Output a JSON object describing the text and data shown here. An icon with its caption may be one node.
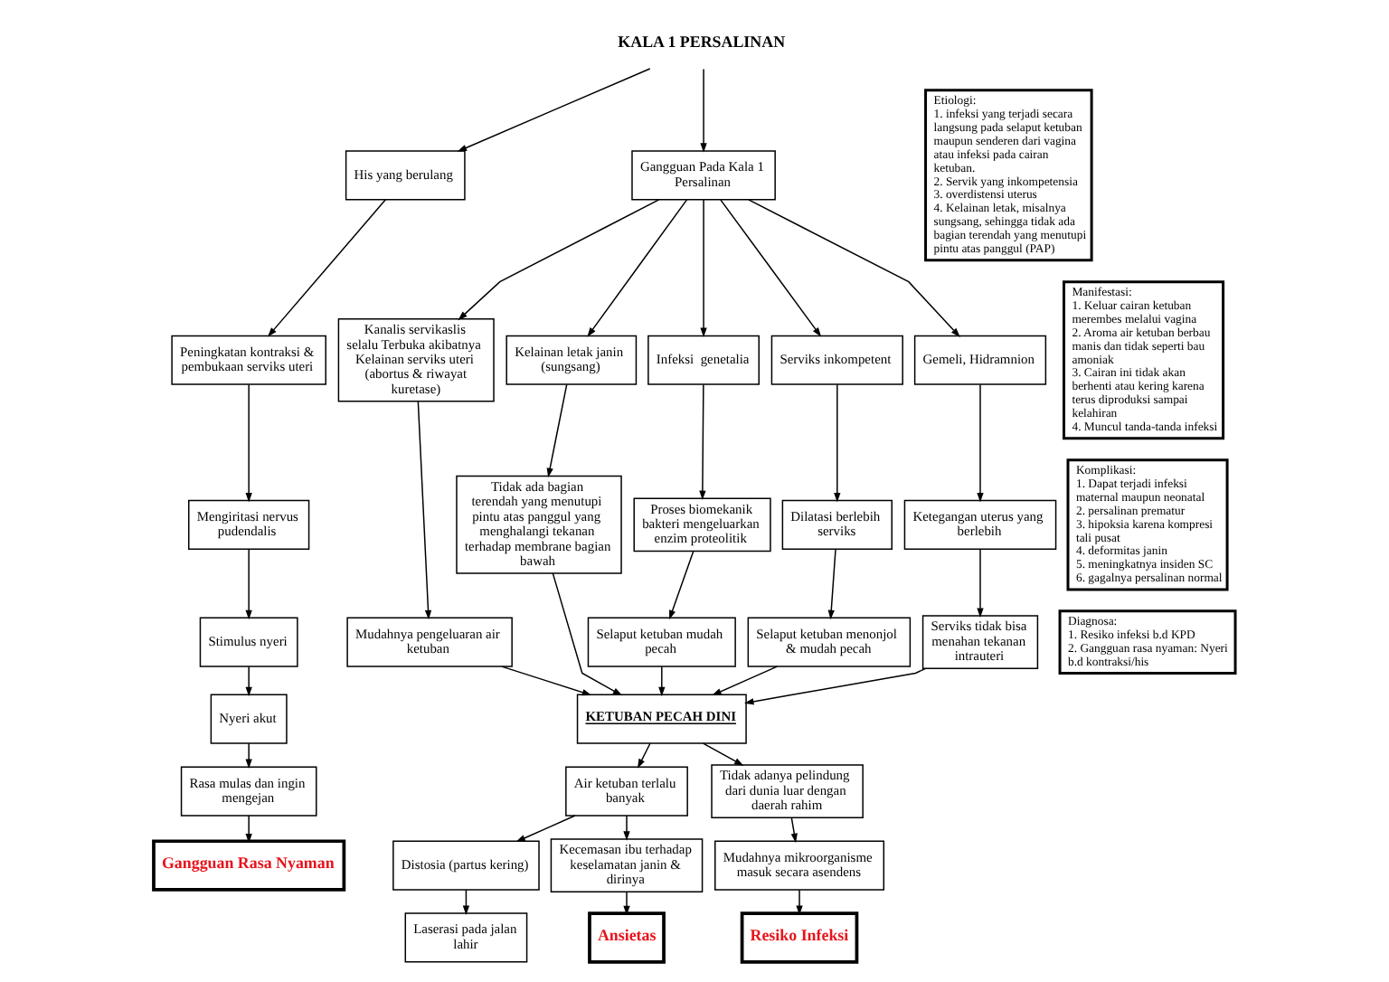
{
  "diagram": {
    "nodes": [
      {
        "text": [
          "KALA 1 PERSALINAN"
        ]
      },
      {
        "text": [
          "His yang berulang"
        ]
      },
      {
        "text": [
          "Peningkatan kontraksi & pembukaan serviks uteri"
        ]
      },
      {
        "text": [
          "Mengiritasi nervus pudendalis"
        ]
      },
      {
        "text": [
          "Stimulus nyeri"
        ]
      },
      {
        "text": [
          "Nyeri akut"
        ]
      },
      {
        "text": [
          "Rasa mulas dan ingin mengejan"
        ]
      },
      {
        "text": [
          "Gangguan Rasa Nyaman"
        ]
      },
      {
        "text": [
          "Gangguan Pada Kala 1 Persalinan"
        ]
      },
      {
        "text": [
          "Kanalis servikaslis selalu Terbuka akibatnya Kelainan serviks uteri (abortus & riwayat kuretase)"
        ]
      },
      {
        "text": [
          "Mudahnya pengeluaran air ketuban"
        ]
      },
      {
        "text": [
          "Kelainan letak janin (sungsang)"
        ]
      },
      {
        "text": [
          "Tidak ada bagian terendah yang menutupi pintu atas panggul yang menghalangi tekanan terhadap membrane bagian bawah"
        ]
      },
      {
        "text": [
          "Infeksi  genetalia"
        ]
      },
      {
        "text": [
          "Proses biomekanik bakteri mengeluarkan enzim proteolitik"
        ]
      },
      {
        "text": [
          "Selaput ketuban mudah pecah"
        ]
      },
      {
        "text": [
          "Serviks inkompetent"
        ]
      },
      {
        "text": [
          "Dilatasi berlebih serviks"
        ]
      },
      {
        "text": [
          "Selaput ketuban menonjol & mudah pecah"
        ]
      },
      {
        "text": [
          "Gemeli, Hidramnion"
        ]
      },
      {
        "text": [
          "Ketegangan uterus yang berlebih"
        ]
      },
      {
        "text": [
          "Serviks tidak bisa menahan tekanan intrauteri"
        ]
      },
      {
        "text": [
          "KETUBAN PECAH DINI"
        ]
      },
      {
        "text": [
          "Air ketuban terlalu banyak"
        ]
      },
      {
        "text": [
          "Distosia (partus kering)"
        ]
      },
      {
        "text": [
          "Laserasi pada jalan lahir"
        ]
      },
      {
        "text": [
          "Kecemasan ibu terhadap  keselamatan janin & dirinya"
        ]
      },
      {
        "text": [
          "Ansietas"
        ]
      },
      {
        "text": [
          "Tidak adanya pelindung dari dunia luar dengan daerah rahim"
        ]
      },
      {
        "text": [
          "Mudahnya mikroorganisme masuk secara asendens"
        ]
      },
      {
        "text": [
          "Resiko Infeksi"
        ]
      },
      {
        "text": [
          "Etiologi:",
          "1. infeksi yang terjadi secara langsung pada selaput ketuban maupun senderen dari vagina atau infeksi pada cairan ketuban.",
          "2. Servik yang inkompetensia",
          "3. overdistensi uterus",
          "4. Kelainan letak, misalnya sungsang, sehingga tidak ada bagian terendah yang menutupi pintu atas panggul (PAP)"
        ]
      },
      {
        "text": [
          "Manifestasi:",
          "1. Keluar cairan ketuban merembes melalui vagina",
          "2. Aroma air ketuban berbau manis dan tidak seperti bau amoniak",
          "3. Cairan ini tidak akan berhenti atau kering karena terus diproduksi sampai kelahiran",
          "4. Muncul tanda-tanda infeksi"
        ]
      },
      {
        "text": [
          "Komplikasi:",
          "1. Dapat terjadi infeksi maternal maupun neonatal",
          "2. persalinan prematur",
          "3. hipoksia karena kompresi tali pusat",
          "4. deformitas janin",
          "5. meningkatnya insiden SC",
          "6. gagalnya persalinan normal"
        ]
      },
      {
        "text": [
          "Diagnosa:",
          "1. Resiko infeksi b.d KPD",
          "2. Gangguan rasa nyaman: Nyeri b.d kontraksi/his"
        ]
      }
    ],
    "edges": [
      {
        "from": 0,
        "to": 1,
        "arrow": "to"
      },
      {
        "from": 0,
        "to": 8,
        "arrow": "to"
      },
      {
        "from": 1,
        "to": 2,
        "arrow": "to"
      },
      {
        "from": 2,
        "to": 3,
        "arrow": "to"
      },
      {
        "from": 3,
        "to": 4,
        "arrow": "to"
      },
      {
        "from": 4,
        "to": 5,
        "arrow": "to"
      },
      {
        "from": 5,
        "to": 6,
        "arrow": "to"
      },
      {
        "from": 6,
        "to": 7,
        "arrow": "to"
      },
      {
        "from": 8,
        "to": 9,
        "arrow": "to"
      },
      {
        "from": 8,
        "to": 11,
        "arrow": "to"
      },
      {
        "from": 8,
        "to": 13,
        "arrow": "to"
      },
      {
        "from": 8,
        "to": 16,
        "arrow": "to"
      },
      {
        "from": 8,
        "to": 19,
        "arrow": "to"
      },
      {
        "from": 9,
        "to": 10,
        "arrow": "to"
      },
      {
        "from": 11,
        "to": 12,
        "arrow": "to"
      },
      {
        "from": 13,
        "to": 14,
        "arrow": "to"
      },
      {
        "from": 14,
        "to": 15,
        "arrow": "to"
      },
      {
        "from": 16,
        "to": 17,
        "arrow": "to"
      },
      {
        "from": 17,
        "to": 18,
        "arrow": "to"
      },
      {
        "from": 19,
        "to": 20,
        "arrow": "to"
      },
      {
        "from": 20,
        "to": 21,
        "arrow": "to"
      },
      {
        "from": 10,
        "to": 22,
        "arrow": "to"
      },
      {
        "from": 12,
        "to": 22,
        "arrow": "to"
      },
      {
        "from": 15,
        "to": 22,
        "arrow": "to"
      },
      {
        "from": 18,
        "to": 22,
        "arrow": "to"
      },
      {
        "from": 21,
        "to": 22,
        "arrow": "to"
      },
      {
        "from": 22,
        "to": 23,
        "arrow": "to"
      },
      {
        "from": 22,
        "to": 28,
        "arrow": "to"
      },
      {
        "from": 23,
        "to": 24,
        "arrow": "to"
      },
      {
        "from": 23,
        "to": 26,
        "arrow": "to"
      },
      {
        "from": 24,
        "to": 25,
        "arrow": "to"
      },
      {
        "from": 26,
        "to": 27,
        "arrow": "to"
      },
      {
        "from": 28,
        "to": 29,
        "arrow": "to"
      },
      {
        "from": 29,
        "to": 30,
        "arrow": "to"
      }
    ]
  }
}
